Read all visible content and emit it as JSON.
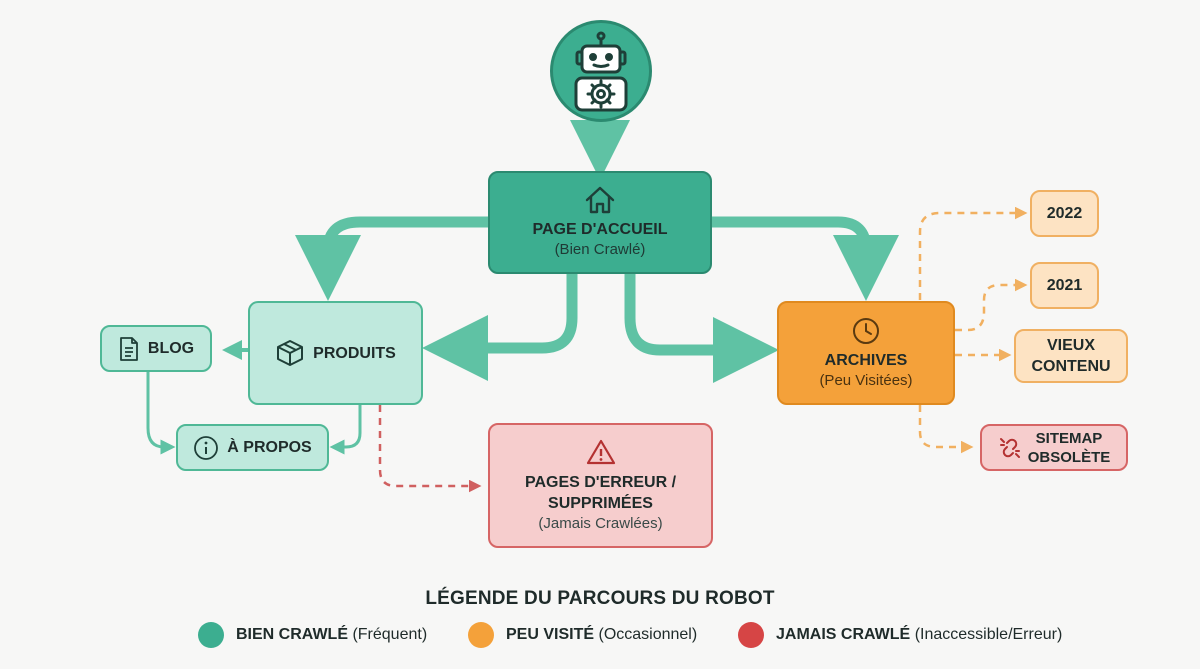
{
  "colors": {
    "green": "#3cae90",
    "green_light": "#bfe9dd",
    "orange": "#f4a13a",
    "orange_light": "#fde3c3",
    "red": "#d64545",
    "red_light": "#f6cdcd"
  },
  "robot": {
    "icon": "robot-gear-icon"
  },
  "nodes": {
    "accueil": {
      "title": "PAGE D'ACCUEIL",
      "subtitle": "(Bien Crawlé)",
      "icon": "home-icon"
    },
    "produits": {
      "title": "PRODUITS",
      "icon": "box-icon"
    },
    "blog": {
      "title": "BLOG",
      "icon": "document-icon"
    },
    "apropos": {
      "title": "À PROPOS",
      "icon": "info-icon"
    },
    "erreur": {
      "title_line1": "PAGES D'ERREUR /",
      "title_line2": "SUPPRIMÉES",
      "subtitle": "(Jamais Crawlées)",
      "icon": "warning-icon"
    },
    "archives": {
      "title": "ARCHIVES",
      "subtitle": "(Peu Visitées)",
      "icon": "clock-icon"
    },
    "y2022": {
      "title": "2022"
    },
    "y2021": {
      "title": "2021"
    },
    "vieux": {
      "title_line1": "VIEUX",
      "title_line2": "CONTENU"
    },
    "sitemap": {
      "title_line1": "SITEMAP",
      "title_line2": "OBSOLÈTE",
      "icon": "broken-link-icon"
    }
  },
  "legend": {
    "title": "LÉGENDE DU PARCOURS DU ROBOT",
    "items": [
      {
        "label": "BIEN CRAWLÉ",
        "detail": "(Fréquent)",
        "color": "#3cae90"
      },
      {
        "label": "PEU VISITÉ",
        "detail": "(Occasionnel)",
        "color": "#f4a13a"
      },
      {
        "label": "JAMAIS CRAWLÉ",
        "detail": "(Inaccessible/Erreur)",
        "color": "#d64545"
      }
    ]
  }
}
